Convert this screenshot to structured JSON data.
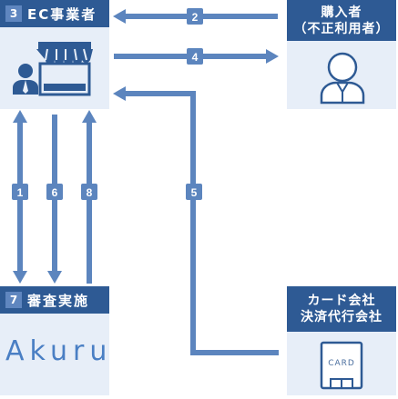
{
  "colors": {
    "header": "#2e5a94",
    "panel": "#e7eef8",
    "arrow": "#5c85be",
    "badge": "#5f86bf",
    "brand": "#4a7fc4"
  },
  "nodes": {
    "ec": {
      "num": "3",
      "label": "EC事業者",
      "icon": "shop-and-merchant-icon"
    },
    "buyer": {
      "line1": "購入者",
      "line2": "（不正利用者）",
      "icon": "person-icon"
    },
    "review": {
      "num": "7",
      "label": "審査実施",
      "logo": "Akuru"
    },
    "card_company": {
      "line1": "カード会社",
      "line2": "決済代行会社",
      "icon": "card-terminal-icon",
      "card_text": "CARD"
    }
  },
  "steps": [
    {
      "num": "2",
      "from": "buyer",
      "to": "ec"
    },
    {
      "num": "4",
      "from": "ec",
      "to": "buyer"
    },
    {
      "num": "5",
      "from": "card_company",
      "to": "ec"
    },
    {
      "num": "1",
      "from": "ec",
      "to": "review"
    },
    {
      "num": "6",
      "from": "ec",
      "to": "review"
    },
    {
      "num": "8",
      "from": "review",
      "to": "ec"
    }
  ]
}
